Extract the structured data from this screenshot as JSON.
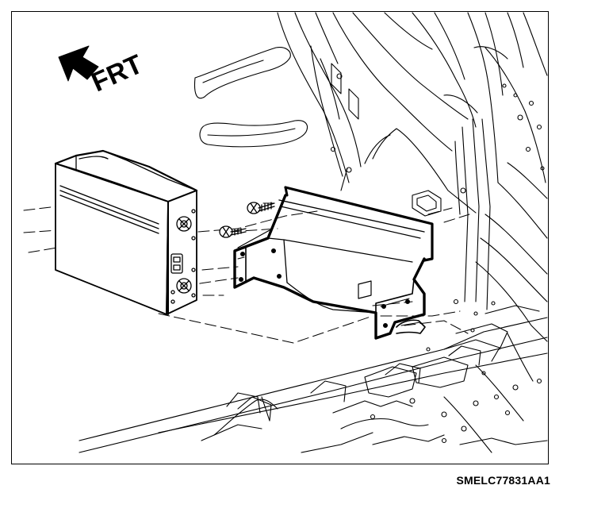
{
  "direction_label": "FRT",
  "figure_code": "SMELC77831AA1",
  "colors": {
    "ink": "#000000",
    "paper": "#ffffff",
    "shade": "#1a1a1a"
  },
  "parts": {
    "module": "electronic-control-module",
    "bracket": "mounting-bracket",
    "fasteners": "mounting-screws",
    "body": "vehicle-body-panel"
  }
}
